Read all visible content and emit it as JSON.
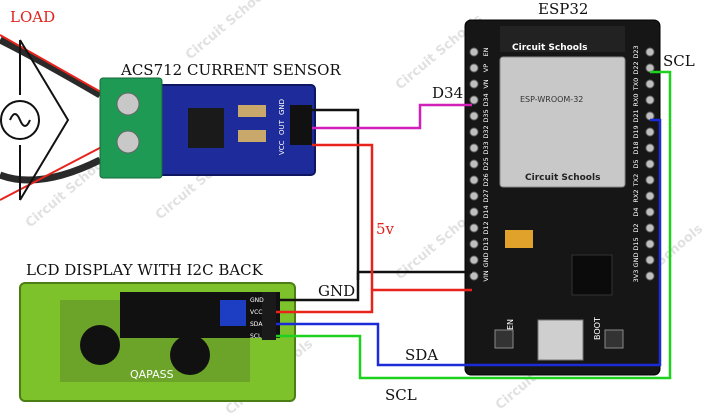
{
  "labels": {
    "load": "LOAD",
    "sensor": "ACS712 CURRENT SENSOR",
    "esp": "ESP32",
    "lcd": "LCD DISPLAY WITH I2C BACK",
    "d34": "D34",
    "scl_top": "SCL",
    "five_v": "5v",
    "gnd": "GND",
    "sda": "SDA",
    "scl_bottom": "SCL"
  },
  "sensor_pins": [
    "GND",
    "OUT",
    "VCC"
  ],
  "lcd_pins": [
    "GND",
    "VCC",
    "SDA",
    "SCL"
  ],
  "esp_left_pins": [
    "EN",
    "VP",
    "VN",
    "D34",
    "D35",
    "D32",
    "D33",
    "D25",
    "D26",
    "D27",
    "D14",
    "D12",
    "D13",
    "GND",
    "VIN"
  ],
  "esp_right_pins": [
    "D23",
    "D22",
    "TX0",
    "RX0",
    "D21",
    "D19",
    "D18",
    "D5",
    "TX2",
    "RX2",
    "D4",
    "D2",
    "D15",
    "GND",
    "3V3"
  ],
  "esp_module": {
    "brand": "Circuit Schools",
    "model": "ESP-WROOM-32",
    "lcd_brand": "QAPASS"
  },
  "buttons": [
    "EN",
    "BOOT"
  ],
  "watermark": "Circuit Schools",
  "colors": {
    "red": "#e8231c",
    "black": "#111111",
    "magenta": "#d020b8",
    "green": "#1ed11e",
    "blue": "#1c2bd8",
    "board_blue": "#1d2c9a",
    "lcd_green": "#7dc22a"
  }
}
